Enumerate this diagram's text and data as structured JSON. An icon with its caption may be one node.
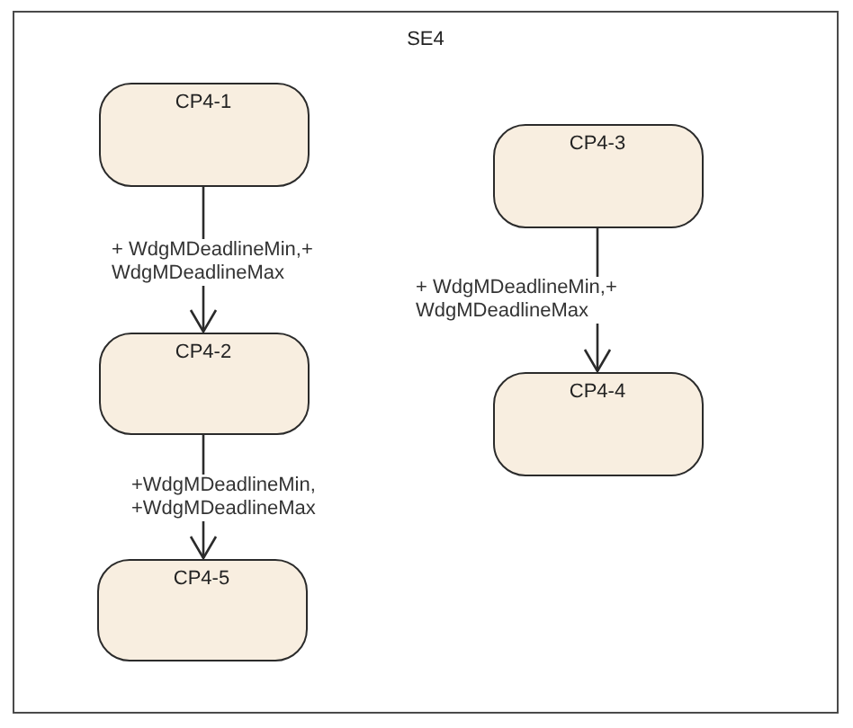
{
  "diagram": {
    "nodes": [
      {
        "text": [
          "SE4"
        ]
      },
      {
        "text": [
          "CP4-1"
        ],
        "in": 0
      },
      {
        "text": [
          "CP4-3"
        ],
        "in": 0
      },
      {
        "text": [
          "CP4-2"
        ],
        "in": 0
      },
      {
        "text": [
          "CP4-4"
        ],
        "in": 0
      },
      {
        "text": [
          "CP4-5"
        ],
        "in": 0
      }
    ],
    "edges": [
      {
        "from": 1,
        "to": 3,
        "arrow": "to",
        "label": "+ WdgMDeadlineMin,+ WdgMDeadlineMax"
      },
      {
        "from": 3,
        "to": 5,
        "arrow": "to",
        "label": "+WdgMDeadlineMin, +WdgMDeadlineMax"
      },
      {
        "from": 2,
        "to": 4,
        "arrow": "to",
        "label": "+ WdgMDeadlineMin,+ WdgMDeadlineMax"
      }
    ]
  }
}
